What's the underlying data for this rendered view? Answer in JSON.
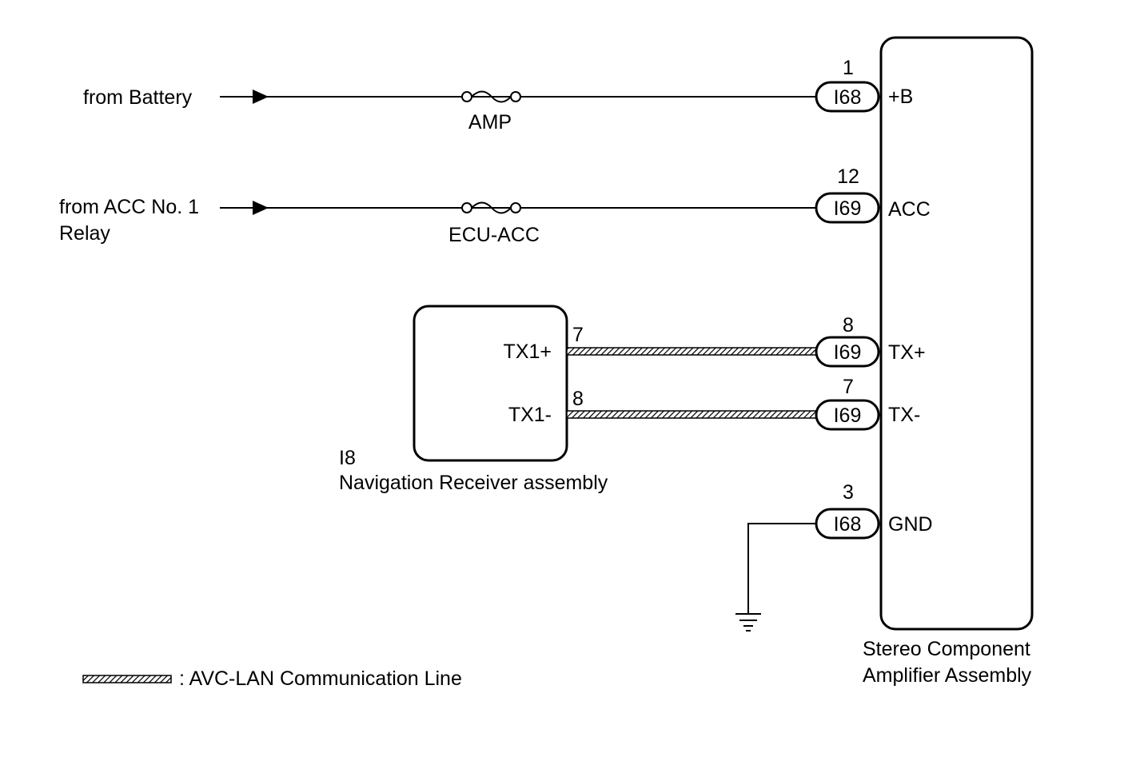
{
  "sources": {
    "battery": "from Battery",
    "acc_line1": "from ACC No. 1",
    "acc_line2": "Relay"
  },
  "fuses": {
    "amp": "AMP",
    "ecu_acc": "ECU-ACC"
  },
  "amplifier": {
    "name_line1": "Stereo Component",
    "name_line2": "Amplifier Assembly",
    "pins": {
      "b": {
        "label": "+B",
        "pin": "1",
        "connector": "I68"
      },
      "acc": {
        "label": "ACC",
        "pin": "12",
        "connector": "I69"
      },
      "txp": {
        "label": "TX+",
        "pin": "8",
        "connector": "I69"
      },
      "txm": {
        "label": "TX-",
        "pin": "7",
        "connector": "I69"
      },
      "gnd": {
        "label": "GND",
        "pin": "3",
        "connector": "I68"
      }
    }
  },
  "navigation": {
    "connector": "I8",
    "name": "Navigation Receiver assembly",
    "pins": {
      "tx1p": {
        "label": "TX1+",
        "pin": "7"
      },
      "tx1m": {
        "label": "TX1-",
        "pin": "8"
      }
    }
  },
  "legend": {
    "text": ": AVC-LAN Communication Line"
  }
}
